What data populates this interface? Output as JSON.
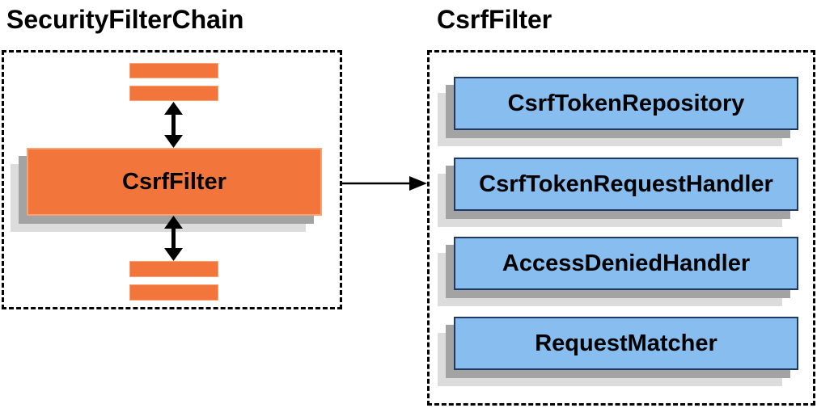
{
  "left_panel": {
    "title": "SecurityFilterChain",
    "csrf_filter_label": "CsrfFilter"
  },
  "right_panel": {
    "title": "CsrfFilter",
    "components": [
      {
        "label": "CsrfTokenRepository"
      },
      {
        "label": "CsrfTokenRequestHandler"
      },
      {
        "label": "AccessDeniedHandler"
      },
      {
        "label": "RequestMatcher"
      }
    ]
  },
  "icons": {
    "vertical_connector": "double-arrow-icon",
    "flow_connector": "right-arrow-icon"
  },
  "colors": {
    "accent_orange": "#f2763b",
    "orange_border": "#f9a173",
    "component_blue": "#88bdf0",
    "blue_border": "#1f3864",
    "shadow_dark": "#a3a3a3",
    "shadow_light": "#dcdcdc",
    "line_black": "#000000"
  }
}
